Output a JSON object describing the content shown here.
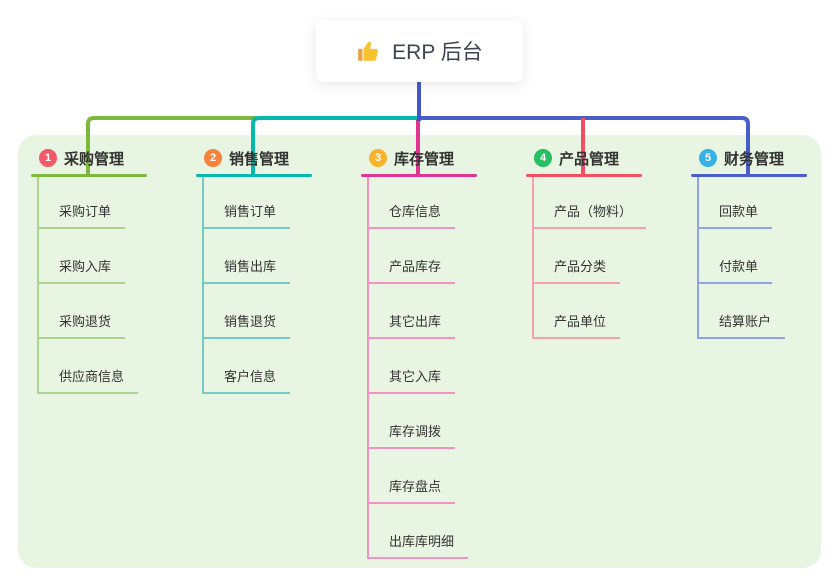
{
  "root": {
    "label": "ERP 后台",
    "icon": "thumbs-up-icon"
  },
  "colors": {
    "canvas_bg": "#ffffff",
    "panel_bg": "#e8f5e2",
    "root_connector": "#4456c7",
    "root_text": "#3d4351",
    "title_text": "#333333",
    "child_text": "#333333",
    "badge_number_text": "#ffffff",
    "thumb_icon": "#f6c22e"
  },
  "branches": [
    {
      "number": "1",
      "title": "采购管理",
      "line_color": "#7db93d",
      "child_line_color": "#aad490",
      "badge_color": "#f35a67",
      "children": [
        "采购订单",
        "采购入库",
        "采购退货",
        "供应商信息"
      ]
    },
    {
      "number": "2",
      "title": "销售管理",
      "line_color": "#06b8ab",
      "child_line_color": "#72ccc4",
      "badge_color": "#f6823c",
      "children": [
        "销售订单",
        "销售出库",
        "销售退货",
        "客户信息"
      ]
    },
    {
      "number": "3",
      "title": "库存管理",
      "line_color": "#e13390",
      "child_line_color": "#f393c3",
      "badge_color": "#f7b32b",
      "children": [
        "仓库信息",
        "产品库存",
        "其它出库",
        "其它入库",
        "库存调拨",
        "库存盘点",
        "出库库明细"
      ]
    },
    {
      "number": "4",
      "title": "产品管理",
      "line_color": "#f44e63",
      "child_line_color": "#f8a0a7",
      "badge_color": "#27bf62",
      "children": [
        "产品（物料）",
        "产品分类",
        "产品单位"
      ]
    },
    {
      "number": "5",
      "title": "财务管理",
      "line_color": "#4a5ecb",
      "child_line_color": "#8fa4e5",
      "badge_color": "#36b1e5",
      "children": [
        "回款单",
        "付款单",
        "结算账户"
      ]
    }
  ]
}
